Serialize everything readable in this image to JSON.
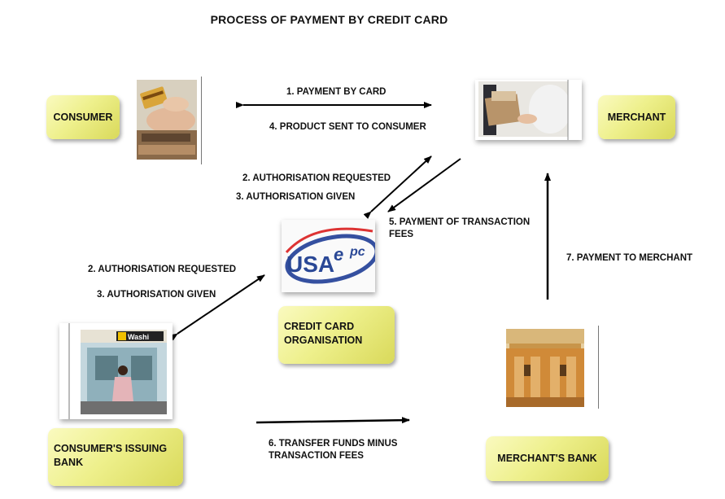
{
  "title": "PROCESS OF PAYMENT BY CREDIT CARD",
  "nodes": {
    "consumer": "CONSUMER",
    "merchant": "MERCHANT",
    "credit_card_org": "CREDIT CARD\nORGANISATION",
    "issuing_bank": "CONSUMER'S ISSUING\nBANK",
    "merchants_bank": "MERCHANT'S BANK"
  },
  "steps": {
    "payment_by_card": "1. PAYMENT BY CARD",
    "product_sent": "4. PRODUCT SENT TO CONSUMER",
    "auth_requested_top": "2. AUTHORISATION REQUESTED",
    "auth_given_top": "3. AUTHORISATION GIVEN",
    "payment_fees": "5. PAYMENT OF TRANSACTION\nFEES",
    "auth_requested_left": "2. AUTHORISATION REQUESTED",
    "auth_given_left": "3. AUTHORISATION GIVEN",
    "payment_to_merchant": "7. PAYMENT TO MERCHANT",
    "transfer_funds": "6. TRANSFER FUNDS MINUS\nTRANSACTION FEES"
  },
  "logo": {
    "text": "USA",
    "suffix": "e",
    "tail": "pc"
  },
  "atm_sign": "Washi",
  "colors": {
    "node_fill": "#eef08c",
    "arrow": "#000000"
  }
}
